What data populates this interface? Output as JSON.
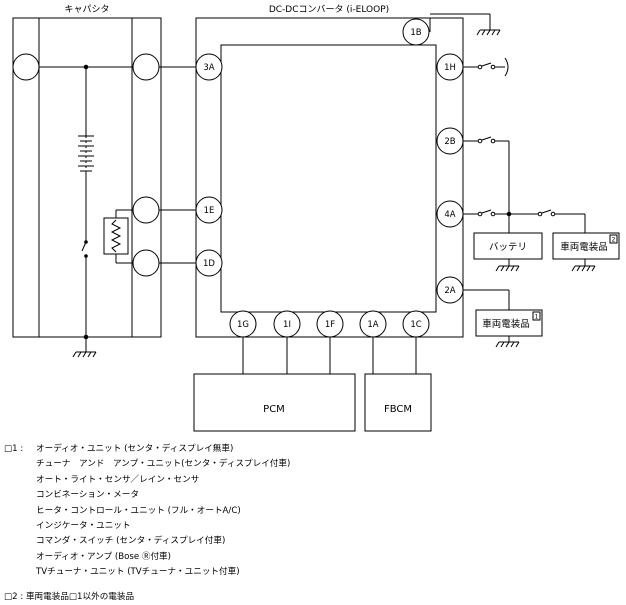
{
  "diagram": {
    "capacitor_title": "キャパシタ",
    "converter_title": "DC-DCコンバータ (i-ELOOP)",
    "pins": {
      "p1B": "1B",
      "p3A": "3A",
      "p1H": "1H",
      "p2B": "2B",
      "p1E": "1E",
      "p4A": "4A",
      "p1D": "1D",
      "p2A": "2A",
      "p1G": "1G",
      "p1I": "1I",
      "p1F": "1F",
      "p1A": "1A",
      "p1C": "1C"
    },
    "battery_label": "バッテリ",
    "vehicle_equipment_label": "車両電装品",
    "vehicle_equipment_mark_1": "1",
    "vehicle_equipment_mark_2": "2",
    "pcm_label": "PCM",
    "fbcm_label": "FBCM"
  },
  "notes": {
    "note1_mark": "□1 :",
    "note1_lines": [
      "オーディオ・ユニット (センタ・ディスプレイ無車)",
      "チューナ　アンド　アンプ・ユニット(センタ・ディスプレイ付車)",
      "オート・ライト・センサ／レイン・センサ",
      "コンビネーション・メータ",
      "ヒータ・コントロール・ユニット (フル・オートA/C)",
      "インジケータ・ユニット",
      "コマンダ・スイッチ (センタ・ディスプレイ付車)",
      "オーディオ・アンプ (Bose Ⓡ付車)",
      "TVチューナ・ユニット (TVチューナ・ユニット付車)"
    ],
    "note2": "□2 : 車両電装品□1以外の電装品"
  }
}
